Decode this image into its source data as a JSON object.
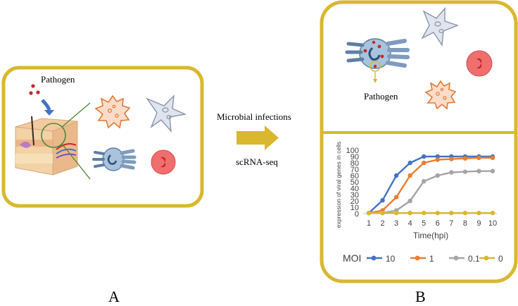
{
  "panel_a": {
    "pathogen_label": "Pathogen"
  },
  "arrow": {
    "label_top": "Microbial infections",
    "label_bottom": "scRNA-seq"
  },
  "panel_b": {
    "pathogen_label": "Pathogen"
  },
  "panel_labels": {
    "a": "A",
    "b": "B"
  },
  "colors": {
    "frame": "#d9b830",
    "arrow": "#d9b830"
  },
  "chart_data": {
    "type": "line",
    "x": [
      1,
      2,
      3,
      4,
      5,
      6,
      7,
      8,
      9,
      10
    ],
    "xlabel": "Time(hpi)",
    "ylabel": "expression of viral genes in cells",
    "ylim": [
      0,
      100
    ],
    "yticks": [
      0,
      10,
      20,
      30,
      40,
      50,
      60,
      70,
      80,
      90,
      100
    ],
    "grid": false,
    "legend_title": "MOI",
    "legend_position": "bottom",
    "series": [
      {
        "name": "10",
        "color": "#4472c4",
        "values": [
          1,
          21,
          60,
          80,
          90,
          90,
          90,
          90,
          90,
          90
        ]
      },
      {
        "name": "1",
        "color": "#ed7d31",
        "values": [
          1,
          5,
          26,
          60,
          80,
          85,
          86,
          87,
          88,
          88
        ]
      },
      {
        "name": "0.1",
        "color": "#a5a5a5",
        "values": [
          1,
          1,
          5,
          20,
          51,
          60,
          65,
          66,
          67,
          67
        ]
      },
      {
        "name": "0",
        "color": "#d9b830",
        "values": [
          1,
          1,
          1,
          1,
          1,
          1,
          1,
          1,
          1,
          1
        ]
      }
    ]
  }
}
